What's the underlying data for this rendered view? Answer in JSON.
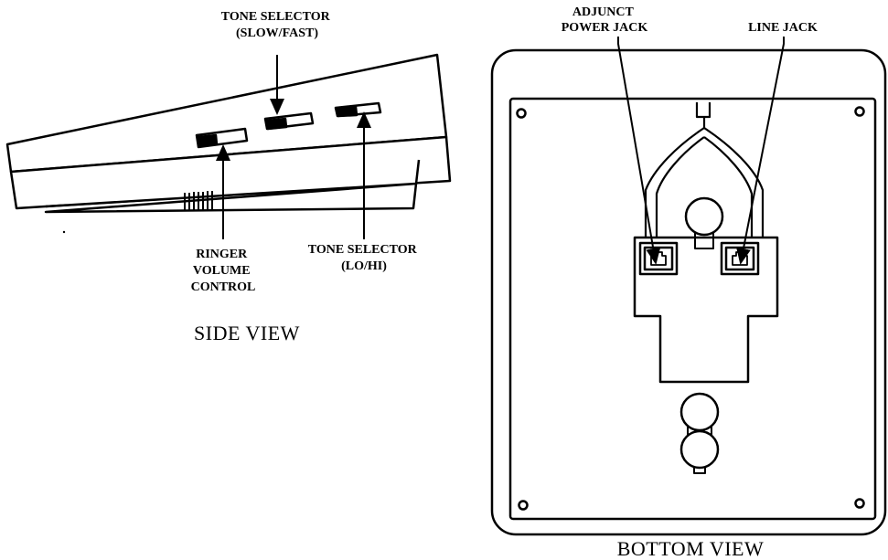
{
  "labels": {
    "tone_selector_slow_fast": {
      "line1": "TONE SELECTOR",
      "line2": "(SLOW/FAST)"
    },
    "ringer_volume_control": {
      "line1": "RINGER",
      "line2": "VOLUME",
      "line3": "CONTROL"
    },
    "tone_selector_lo_hi": {
      "line1": "TONE SELECTOR",
      "line2": "(LO/HI)"
    },
    "adjunct_power_jack": {
      "line1": "ADJUNCT",
      "line2": "POWER JACK"
    },
    "line_jack": "LINE JACK"
  },
  "captions": {
    "side_view": "SIDE VIEW",
    "bottom_view": "BOTTOM VIEW"
  }
}
